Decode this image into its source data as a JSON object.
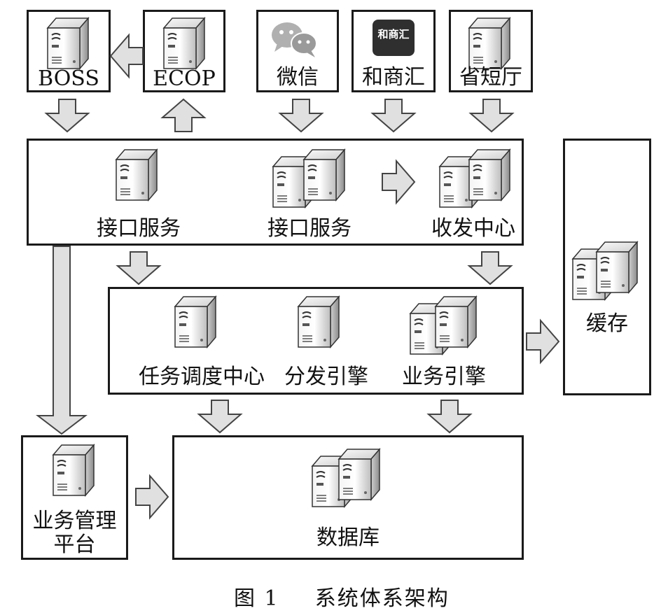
{
  "colors": {
    "border": "#1a1a1a",
    "arrow_fill": "#e0e0e0",
    "arrow_stroke": "#444444"
  },
  "nodes": {
    "boss": "BOSS",
    "ecop": "ECOP",
    "weixin": "微信",
    "heshanghui": "和商汇",
    "shengduanting": "省短厅",
    "interface_service_1": "接口服务",
    "interface_service_2": "接口服务",
    "transceiver_center": "收发中心",
    "cache": "缓存",
    "task_scheduler": "任务调度中心",
    "distribution_engine": "分发引擎",
    "business_engine": "业务引擎",
    "business_mgmt_line1": "业务管理",
    "business_mgmt_line2": "平台",
    "database": "数据库"
  },
  "icons": {
    "heshanghui_logo_text": "和商汇",
    "server": "server-icon",
    "wechat": "wechat-icon"
  },
  "caption": {
    "number": "图 1",
    "title": "系统体系架构"
  }
}
